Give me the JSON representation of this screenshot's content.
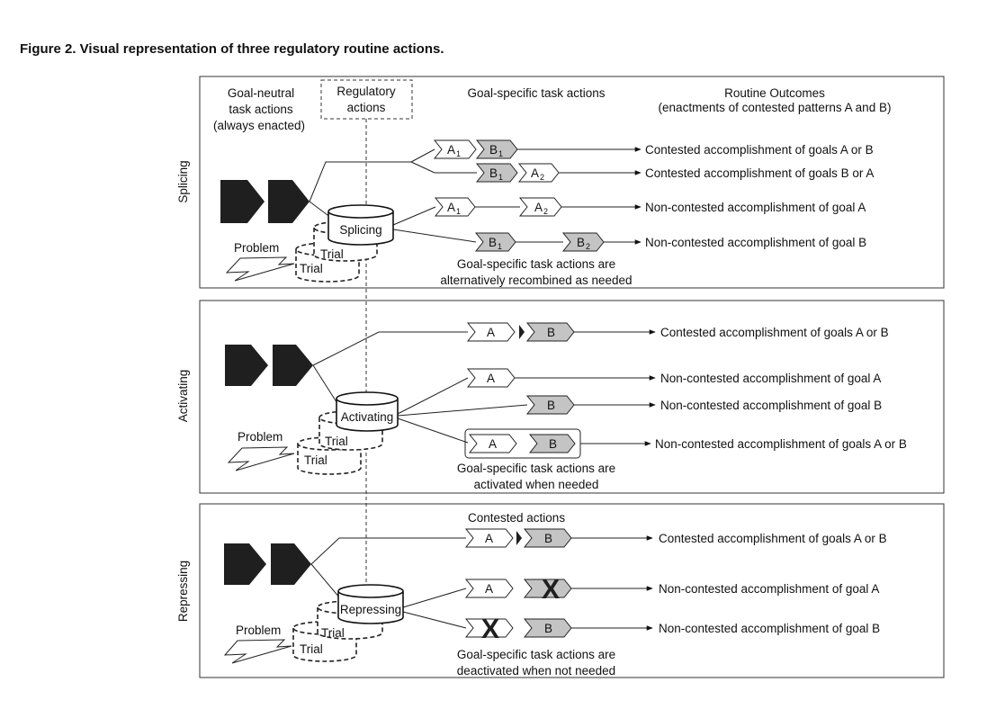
{
  "figure_title": "Figure 2.  Visual representation of three regulatory routine actions.",
  "headers": {
    "goal_neutral": [
      "Goal-neutral",
      "task actions",
      "(always enacted)"
    ],
    "regulatory": [
      "Regulatory",
      "actions"
    ],
    "goal_specific": "Goal-specific task actions",
    "routine_outcomes": [
      "Routine Outcomes",
      "(enactments of contested patterns A and B)"
    ]
  },
  "actions": {
    "a": "A",
    "b": "B",
    "sub1": "1",
    "sub2": "2",
    "x": "X"
  },
  "common": {
    "problem": "Problem",
    "trial": "Trial"
  },
  "panels": {
    "splicing": {
      "side_label": "Splicing",
      "cylinder": "Splicing",
      "outcomes": [
        "Contested accomplishment of goals A or B",
        "Contested accomplishment of goals B or A",
        "Non-contested accomplishment of goal A",
        "Non-contested accomplishment of goal B"
      ],
      "caption": [
        "Goal-specific task actions are",
        "alternatively recombined as needed"
      ]
    },
    "activating": {
      "side_label": "Activating",
      "cylinder": "Activating",
      "outcomes": [
        "Contested accomplishment of goals A or B",
        "Non-contested accomplishment of goal A",
        "Non-contested accomplishment of goal B",
        "Non-contested accomplishment of goals A or B"
      ],
      "caption": [
        "Goal-specific task actions are",
        "activated when needed"
      ]
    },
    "repressing": {
      "side_label": "Repressing",
      "cylinder": "Repressing",
      "contested_label": "Contested actions",
      "outcomes": [
        "Contested accomplishment of goals A or B",
        "Non-contested accomplishment of goal A",
        "Non-contested accomplishment of goal B"
      ],
      "caption": [
        "Goal-specific task actions are",
        "deactivated when not needed"
      ]
    }
  }
}
